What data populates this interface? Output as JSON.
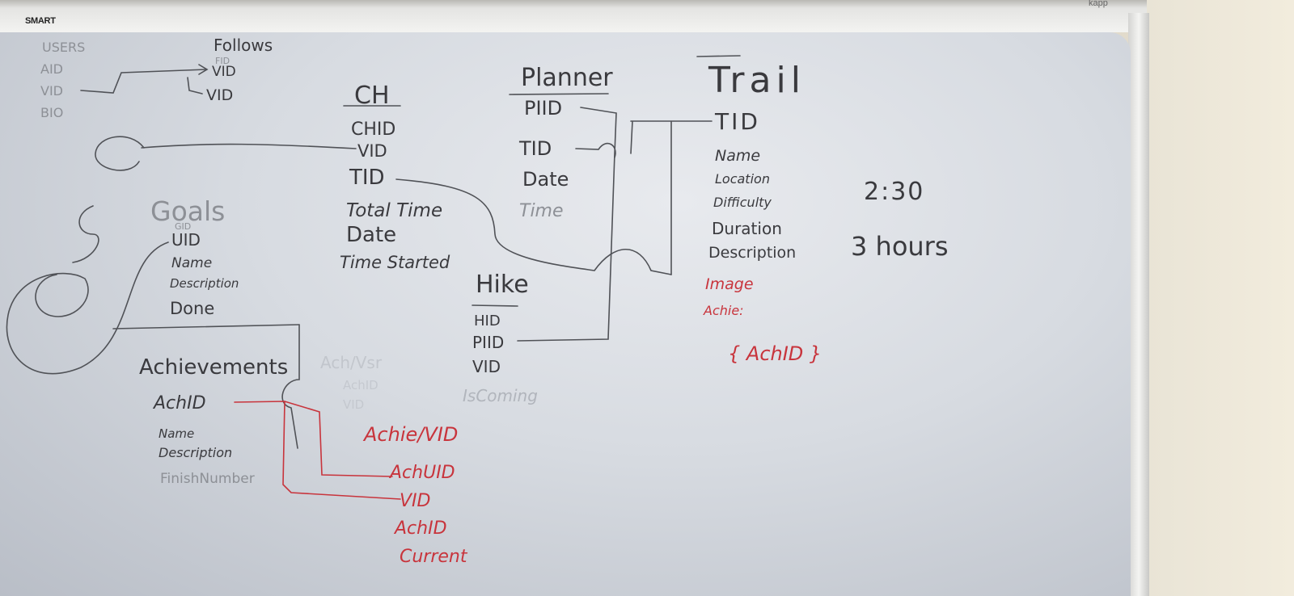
{
  "brand": {
    "left": "SMART",
    "right": "kapp"
  },
  "colors": {
    "marker_black": "#3a3a3e",
    "marker_red": "#c8343c",
    "board": "#d9dde3"
  },
  "users": {
    "title": "USERS",
    "fields": [
      "AID",
      "VID",
      "BIO"
    ]
  },
  "follows": {
    "title": "Follows",
    "fields": [
      "FID",
      "VID",
      "VID"
    ]
  },
  "ch": {
    "title": "CH",
    "fields": [
      "CHID",
      "VID",
      "TID",
      "Total Time",
      "Date",
      "Time Started"
    ]
  },
  "planner": {
    "title": "Planner",
    "fields": [
      "PIID",
      "TID",
      "Date",
      "Time"
    ]
  },
  "trail": {
    "title": "Trail",
    "fields": [
      "TID",
      "Name",
      "Location",
      "Difficulty",
      "Duration",
      "Description"
    ],
    "red_fields": [
      "Image",
      "Achie:",
      "{ AchID }"
    ]
  },
  "goals": {
    "title": "Goals",
    "fields": [
      "GID",
      "UID",
      "Name",
      "Description",
      "Done"
    ]
  },
  "hike": {
    "title": "Hike",
    "fields": [
      "HID",
      "PIID",
      "VID",
      "IsComing"
    ]
  },
  "achievements": {
    "title": "Achievements",
    "fields": [
      "AchID",
      "Name",
      "Description",
      "FinishNumber"
    ]
  },
  "achie_vid": {
    "title": "Achie/VID",
    "fields": [
      "AchUID",
      "VID",
      "AchID",
      "Current"
    ]
  },
  "ghost_table": {
    "title": "Ach/Vsr",
    "fields": [
      "AchID",
      "VID"
    ]
  },
  "side_notes": {
    "time": "2:30",
    "duration": "3 hours"
  }
}
